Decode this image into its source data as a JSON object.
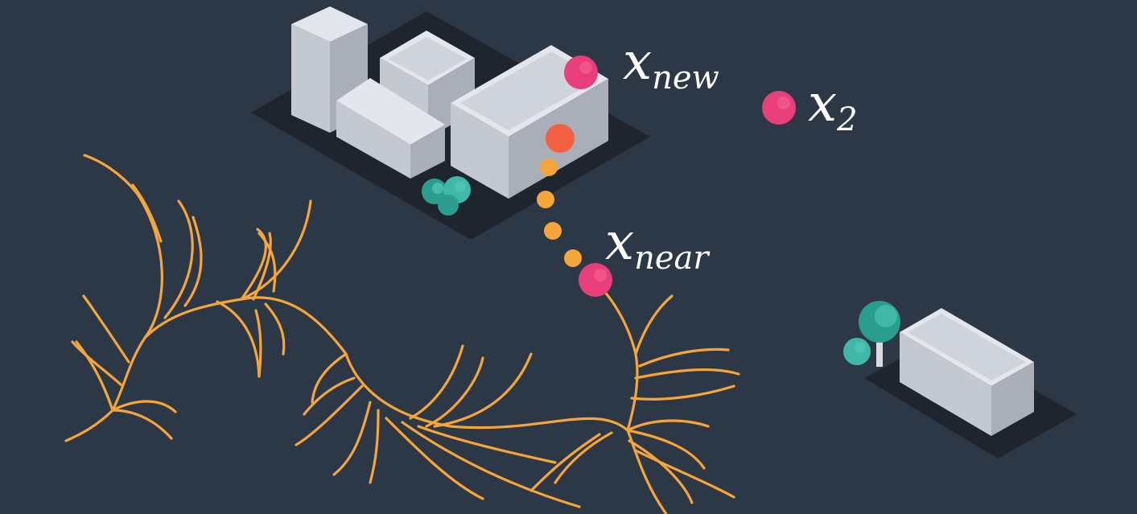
{
  "colors": {
    "background": "#2d3846",
    "ground_shadow": "#1e252f",
    "building_top": "#e3e6ec",
    "building_top_inner": "#cfd4dc",
    "building_left": "#c3c8d1",
    "building_right": "#a9aeb8",
    "tree_light": "#3fb8a8",
    "tree_dark": "#2a9d8f",
    "trunk": "#d9dde3",
    "tree_branch": "#f6a53a",
    "node_pink": "#e83e79",
    "collision_point": "#f26141",
    "path_dot": "#f6a53a",
    "label_text": "#ffffff"
  },
  "icons": {
    "buildings": "isometric-building-icon",
    "trees": "tree-icon",
    "nodes": "circle-node-icon"
  },
  "labels": {
    "x_new": {
      "main": "x",
      "sub": "new"
    },
    "x_2": {
      "main": "x",
      "sub": "2"
    },
    "x_near": {
      "main": "x",
      "sub": "near"
    }
  }
}
